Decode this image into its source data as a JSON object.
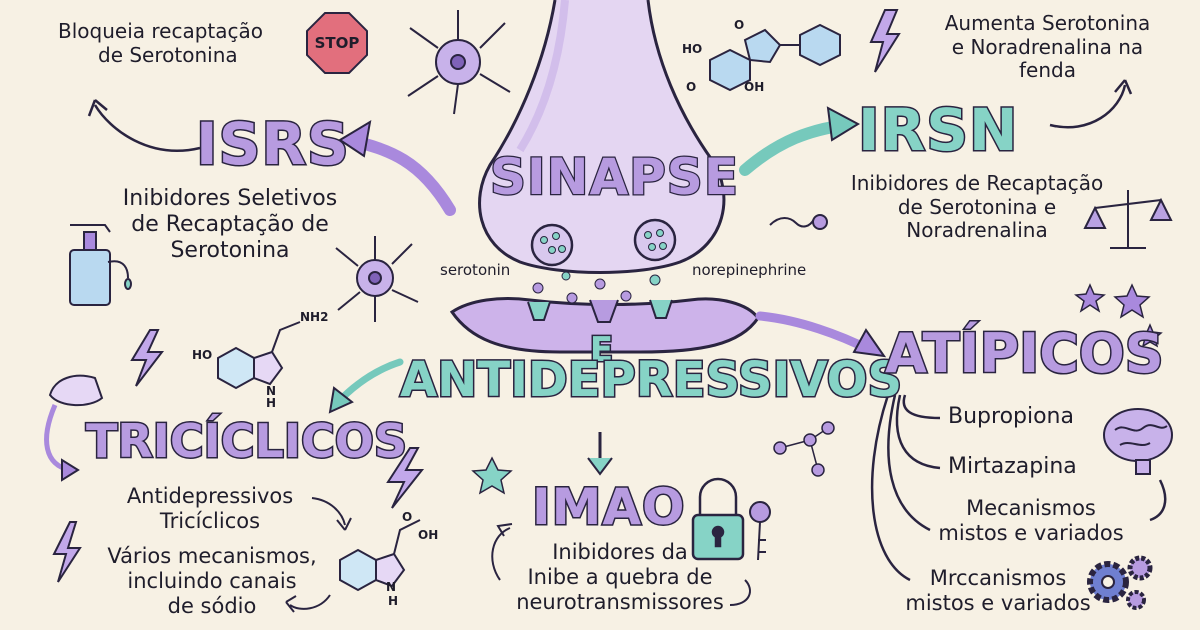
{
  "center": {
    "title": "SINAPSE",
    "connector": "E",
    "subtitle": "ANTIDEPRESSIVOS",
    "serotonin_label": "serotonin",
    "norepinephrine_label": "norepinephrine"
  },
  "isrs": {
    "title": "ISRS",
    "description": [
      "Inibidores Seletivos",
      "de Recaptação de",
      "Serotonina"
    ],
    "note": [
      "Bloqueia recaptação",
      "de Serotonina"
    ],
    "stop_sign": "STOP"
  },
  "irsn": {
    "title": "IRSN",
    "description": [
      "Inibidores de Recaptação",
      "de Serotonina e",
      "Noradrenalina"
    ],
    "note": [
      "Aumenta Serotonina",
      "e Noradrenalina na",
      "fenda"
    ],
    "molecule_labels": [
      "O",
      "HO",
      "O",
      "OH"
    ]
  },
  "triciclicos": {
    "title": "TRICÍCLICOS",
    "description": [
      "Antidepressivos",
      "Tricíclicos"
    ],
    "note": [
      "Vários mecanismos,",
      "incluindo canais",
      "de sódio"
    ],
    "molecule_labels": [
      "NH2",
      "HO",
      "H",
      "N"
    ],
    "molecule2_labels": [
      "O",
      "OH",
      "N",
      "H"
    ]
  },
  "imao": {
    "title": "IMAO",
    "description": [
      "Inibidores da",
      "Inibe a quebra de",
      "neurotransmissores"
    ]
  },
  "atipicos": {
    "title": "ATÍPICOS",
    "items": [
      "Bupropiona",
      "Mirtazapina",
      "Mecanismos",
      "mistos e variados",
      "Mrccanismos",
      "mistos e variados"
    ]
  },
  "colors": {
    "background": "#f7f1e4",
    "purple": "#b79be0",
    "teal": "#86d3c6",
    "ink": "#2a2440",
    "stop_red": "#e26f7d"
  }
}
